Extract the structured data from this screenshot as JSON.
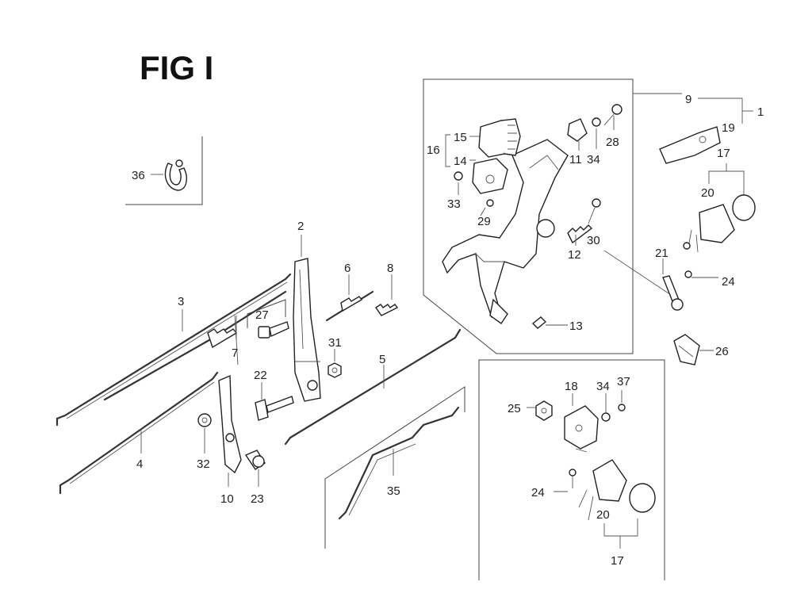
{
  "title": "FIG I",
  "labels": {
    "p1": "1",
    "p2": "2",
    "p3": "3",
    "p4": "4",
    "p5": "5",
    "p6": "6",
    "p7": "7",
    "p8": "8",
    "p9": "9",
    "p10": "10",
    "p11": "11",
    "p12": "12",
    "p13": "13",
    "p14": "14",
    "p15": "15",
    "p16": "16",
    "p17a": "17",
    "p17b": "17",
    "p18": "18",
    "p19": "19",
    "p20a": "20",
    "p20b": "20",
    "p21": "21",
    "p22": "22",
    "p23": "23",
    "p24a": "24",
    "p24b": "24",
    "p25": "25",
    "p26": "26",
    "p27": "27",
    "p28": "28",
    "p29": "29",
    "p30": "30",
    "p31": "31",
    "p32": "32",
    "p33": "33",
    "p34a": "34",
    "p34b": "34",
    "p35": "35",
    "p36": "36",
    "p37": "37"
  }
}
